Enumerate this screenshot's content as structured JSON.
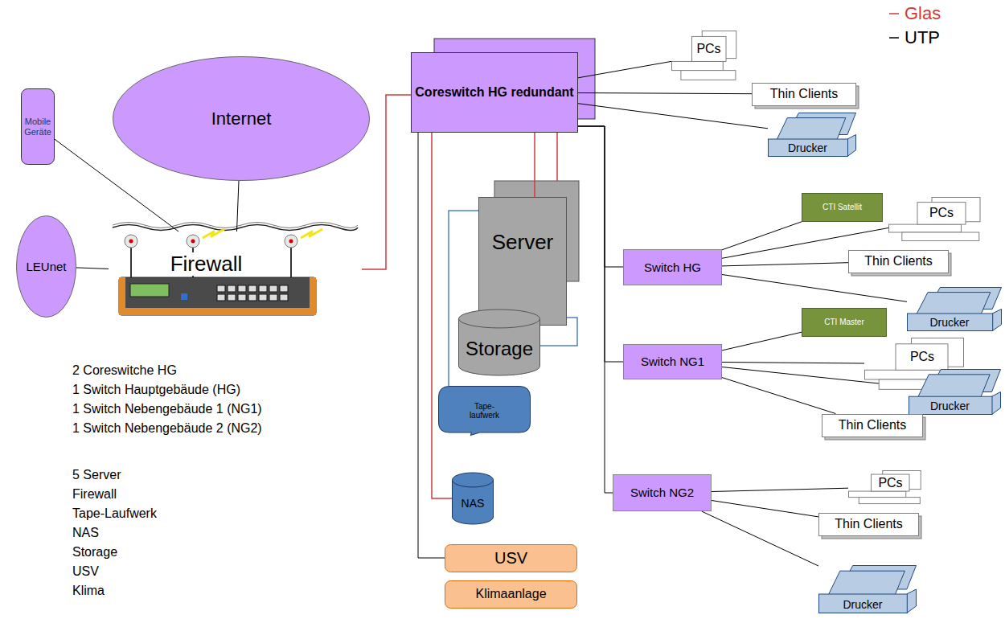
{
  "diagram": {
    "nodes": [
      {
        "text": [
          "Mobile Geräte"
        ]
      },
      {
        "text": [
          "Internet"
        ]
      },
      {
        "text": [
          "LEUnet"
        ]
      },
      {
        "text": [
          "Firewall"
        ]
      },
      {
        "text": [
          "Coreswitch HG redundant"
        ]
      },
      {
        "text": [
          "PCs"
        ]
      },
      {
        "text": [
          "Thin Clients"
        ]
      },
      {
        "text": [
          "Drucker"
        ]
      },
      {
        "text": [
          "Server"
        ]
      },
      {
        "text": [
          "CTI Satellit"
        ]
      },
      {
        "text": [
          "PCs"
        ]
      },
      {
        "text": [
          "Switch HG"
        ]
      },
      {
        "text": [
          "Thin Clients"
        ]
      },
      {
        "text": [
          "Drucker"
        ]
      },
      {
        "text": [
          "Storage"
        ]
      },
      {
        "text": [
          "CTI Master"
        ]
      },
      {
        "text": [
          "PCs"
        ]
      },
      {
        "text": [
          "Switch NG1"
        ]
      },
      {
        "text": [
          "Drucker"
        ]
      },
      {
        "text": [
          "Tape- laufwerk"
        ]
      },
      {
        "text": [
          "Thin Clients"
        ]
      },
      {
        "text": [
          "NAS"
        ]
      },
      {
        "text": [
          "Switch NG2"
        ]
      },
      {
        "text": [
          "PCs"
        ]
      },
      {
        "text": [
          "Thin Clients"
        ]
      },
      {
        "text": [
          "Drucker"
        ]
      },
      {
        "text": [
          "USV"
        ]
      },
      {
        "text": [
          "Klimaanlage"
        ]
      }
    ],
    "edges": [
      {
        "from": 0,
        "to": 3,
        "arrow": "none"
      },
      {
        "from": 1,
        "to": 3,
        "arrow": "none"
      },
      {
        "from": 2,
        "to": 3,
        "arrow": "none"
      },
      {
        "from": 3,
        "to": 4,
        "arrow": "none"
      },
      {
        "from": 4,
        "to": 5,
        "arrow": "none"
      },
      {
        "from": 4,
        "to": 6,
        "arrow": "none"
      },
      {
        "from": 4,
        "to": 7,
        "arrow": "none"
      },
      {
        "from": 4,
        "to": 8,
        "arrow": "none"
      },
      {
        "from": 4,
        "to": 21,
        "arrow": "none"
      },
      {
        "from": 4,
        "to": 26,
        "arrow": "none"
      },
      {
        "from": 4,
        "to": 11,
        "arrow": "none"
      },
      {
        "from": 4,
        "to": 17,
        "arrow": "none"
      },
      {
        "from": 4,
        "to": 22,
        "arrow": "none"
      },
      {
        "from": 8,
        "to": 14,
        "arrow": "none"
      },
      {
        "from": 8,
        "to": 19,
        "arrow": "none"
      },
      {
        "from": 11,
        "to": 9,
        "arrow": "none"
      },
      {
        "from": 11,
        "to": 10,
        "arrow": "none"
      },
      {
        "from": 11,
        "to": 12,
        "arrow": "none"
      },
      {
        "from": 11,
        "to": 13,
        "arrow": "none"
      },
      {
        "from": 17,
        "to": 15,
        "arrow": "none"
      },
      {
        "from": 17,
        "to": 16,
        "arrow": "none"
      },
      {
        "from": 17,
        "to": 18,
        "arrow": "none"
      },
      {
        "from": 17,
        "to": 20,
        "arrow": "none"
      },
      {
        "from": 22,
        "to": 23,
        "arrow": "none"
      },
      {
        "from": 22,
        "to": 24,
        "arrow": "none"
      },
      {
        "from": 22,
        "to": 25,
        "arrow": "none"
      }
    ],
    "labels": [
      "2 Coreswitche HG",
      "1 Switch Hauptgebäude (HG)",
      "1 Switch Nebengebäude 1 (NG1)",
      "1 Switch Nebengebäude 2 (NG2)",
      "5 Server",
      "Firewall",
      "Tape-Laufwerk",
      "NAS",
      "Storage",
      "USV",
      "Klima"
    ],
    "legend": [
      {
        "text": "Glas"
      },
      {
        "text": "UTP"
      }
    ]
  }
}
